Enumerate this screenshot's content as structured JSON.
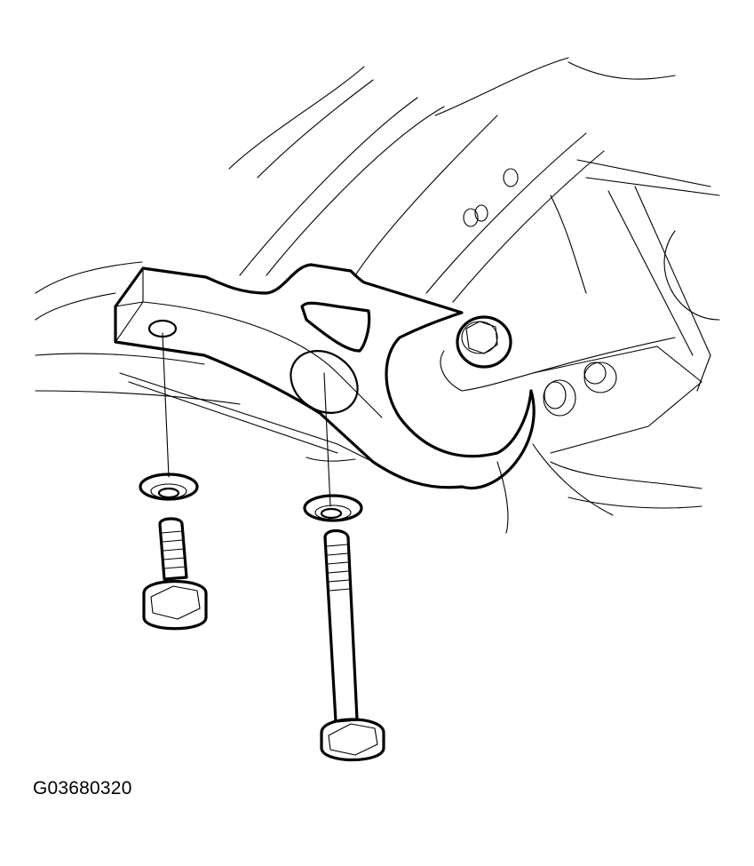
{
  "figure": {
    "id_label": "G03680320",
    "description": "Exploded view of lower arm / engine mount bracket with two flange bolts and washers"
  },
  "parts": [
    {
      "name": "bracket",
      "label": ""
    },
    {
      "name": "upper-nut",
      "label": ""
    },
    {
      "name": "washer-left",
      "label": ""
    },
    {
      "name": "washer-right",
      "label": ""
    },
    {
      "name": "short-bolt",
      "label": ""
    },
    {
      "name": "long-bolt",
      "label": ""
    }
  ],
  "colors": {
    "line": "#000000",
    "background": "#ffffff"
  }
}
